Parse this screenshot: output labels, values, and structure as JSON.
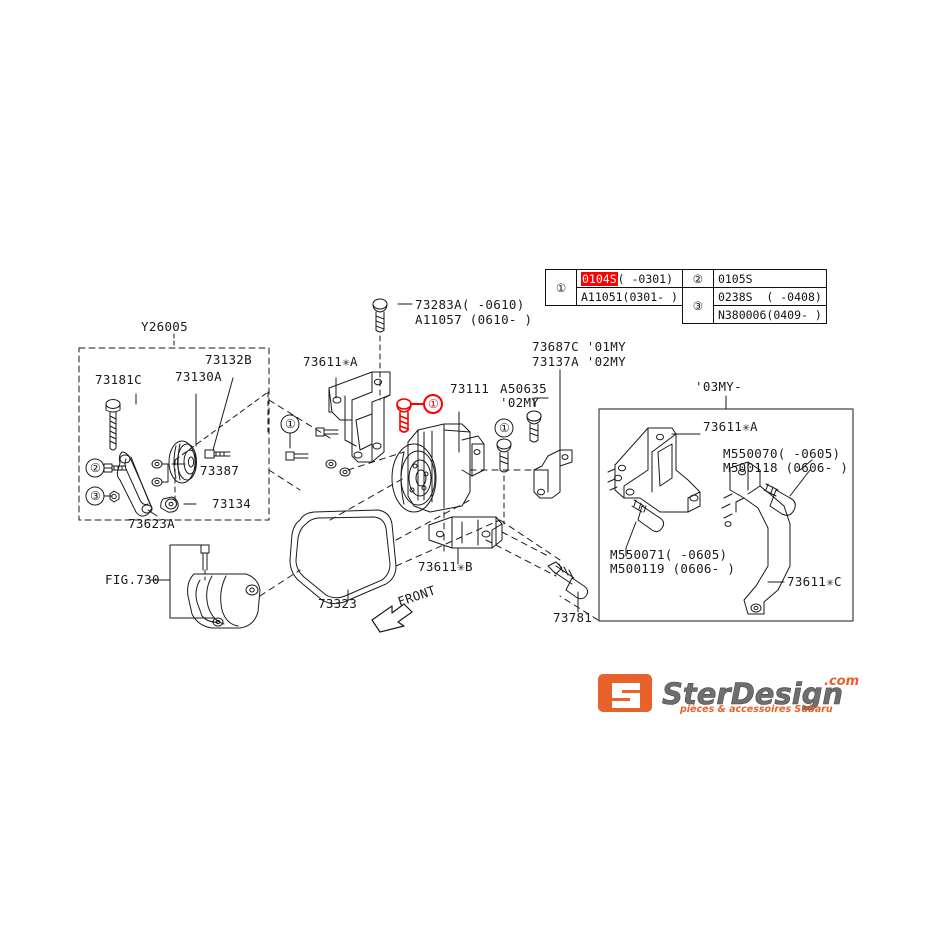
{
  "diagram": {
    "title": "Subaru A/C compressor mounting exploded parts diagram",
    "front_arrow_label": "FRONT",
    "group_box_label": "Y26005",
    "my03_box_label": "'03MY-",
    "fig_ref": "FIG.730"
  },
  "legend": {
    "rows": [
      {
        "num": "①",
        "values": [
          "0104S",
          "A11051"
        ],
        "suffixes": [
          "( -0301)",
          "(0301- )"
        ],
        "highlight_first": true
      },
      {
        "num": "②",
        "values": [
          "0105S"
        ],
        "suffixes": [
          ""
        ],
        "highlight_first": false
      },
      {
        "num": "③",
        "values": [
          "0238S",
          "N380006"
        ],
        "suffixes": [
          " ( -0408)",
          "(0409- )"
        ],
        "highlight_first": false
      }
    ],
    "cell_1_a": "0104S",
    "cell_1_a_suffix": "( -0301)",
    "cell_1_b": "A11051(0301- )",
    "cell_2_a": "0105S",
    "cell_3_a": "0238S  ( -0408)",
    "cell_3_b": "N380006(0409- )",
    "marker_1": "①",
    "marker_2": "②",
    "marker_3": "③"
  },
  "labels": {
    "y26005": "Y26005",
    "p73181c": "73181C",
    "p73130a": "73130A",
    "p73132b": "73132B",
    "p73387": "73387",
    "p73134": "73134",
    "p73623a": "73623A",
    "p73611a_left": "73611✳A",
    "p73283a": "73283A( -0610)",
    "a11057": "A11057 (0610- )",
    "p73111": "73111",
    "a50635": "A50635",
    "a50635my": "'02MY",
    "p73687c": "73687C '01MY",
    "p73137a": "73137A '02MY",
    "my03": "'03MY-",
    "p73611a_right": "73611✳A",
    "m550070": "M550070( -0605)",
    "m500118": "M500118 (0606- )",
    "m550071": "M550071( -0605)",
    "m500119": "M500119 (0606- )",
    "p73611c": "73611✳C",
    "p73611b": "73611✳B",
    "p73781": "73781",
    "p73323": "73323",
    "fig730": "FIG.730",
    "front": "FRONT"
  },
  "callouts": {
    "c1_left": "①",
    "c2_left": "②",
    "c3_left": "③",
    "c1_red": "①",
    "c1_mid": "①"
  },
  "watermark": {
    "brand": "SterDesign",
    "tld": ".com",
    "tagline": "pièces & accessoires Subaru",
    "mark_letters": "SD",
    "accent_color": "#E8622A",
    "text_color": "#6E6E6E"
  },
  "colors": {
    "line": "#1a1a1a",
    "highlight_red": "#FF0000",
    "paper": "#FFFFFF"
  }
}
